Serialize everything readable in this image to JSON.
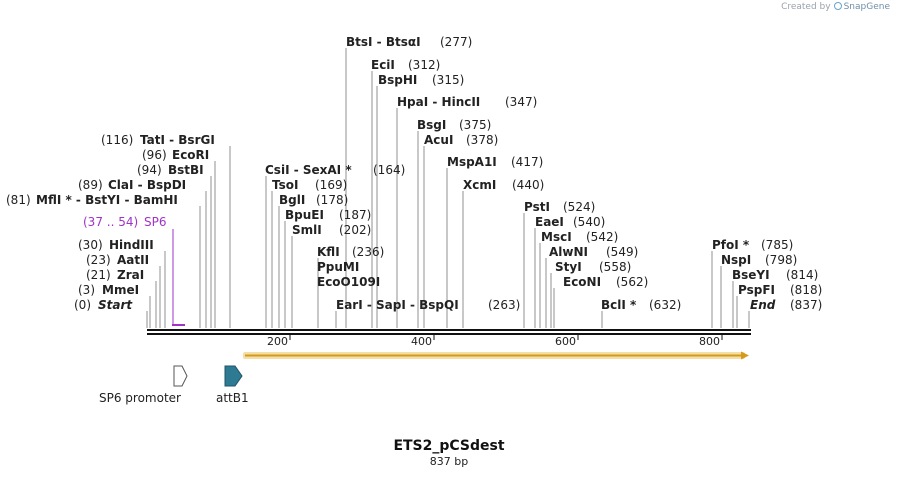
{
  "credit": {
    "prefix": "Created by",
    "brand": "SnapGene"
  },
  "title": "ETS2_pCSdest",
  "subtitle": "837 bp",
  "ticks": [
    "200",
    "400",
    "600",
    "800"
  ],
  "colors": {
    "sp6": "#a033c8",
    "attB1": "#2f7a93",
    "arrow": "#d49a1a",
    "arrowGlow": "#f5dfa8"
  },
  "sp6": {
    "range": "(37 .. 54)",
    "name": "SP6"
  },
  "features": {
    "sp6_promoter": "SP6 promoter",
    "attB1": "attB1"
  },
  "enzymes": {
    "btsi": {
      "name": "BtsI  -  BtsαI",
      "pos": "(277)"
    },
    "ecii": {
      "name": "EciI",
      "pos": "(312)"
    },
    "bsphi": {
      "name": "BspHI",
      "pos": "(315)"
    },
    "hpai": {
      "name": "HpaI  -  HincII",
      "pos": "(347)"
    },
    "bsgi": {
      "name": "BsgI",
      "pos": "(375)"
    },
    "acui": {
      "name": "AcuI",
      "pos": "(378)"
    },
    "mspa1i": {
      "name": "MspA1I",
      "pos": "(417)"
    },
    "xcmi": {
      "name": "XcmI",
      "pos": "(440)"
    },
    "tati": {
      "name": "TatI  -  BsrGI",
      "pos": "(116)"
    },
    "ecori": {
      "name": "EcoRI",
      "pos": "(96)"
    },
    "bstbi": {
      "name": "BstBI",
      "pos": "(94)"
    },
    "clai": {
      "name": "ClaI  -  BspDI",
      "pos": "(89)"
    },
    "mfli": {
      "name": "MflI *  -  BstYI  -  BamHI",
      "pos": "(81)"
    },
    "hindiii": {
      "name": "HindIII",
      "pos": "(30)"
    },
    "aatii": {
      "name": "AatII",
      "pos": "(23)"
    },
    "zrai": {
      "name": "ZraI",
      "pos": "(21)"
    },
    "mmei": {
      "name": "MmeI",
      "pos": "(3)"
    },
    "start": {
      "name": "Start",
      "pos": "(0)"
    },
    "csii": {
      "name": "CsiI  -  SexAI *",
      "pos": "(164)"
    },
    "tsoi": {
      "name": "TsoI",
      "pos": "(169)"
    },
    "bgli": {
      "name": "BglI",
      "pos": "(178)"
    },
    "bpuei": {
      "name": "BpuEI",
      "pos": "(187)"
    },
    "smli": {
      "name": "SmlI",
      "pos": "(202)"
    },
    "kfli": {
      "name": "KflI",
      "pos": "(236)"
    },
    "ppumi": {
      "name": "PpuMI",
      "pos": ""
    },
    "ecoo109i": {
      "name": "EcoO109I",
      "pos": ""
    },
    "eari": {
      "name": "EarI  -  SapI  -  BspQI",
      "pos": "(263)"
    },
    "psti": {
      "name": "PstI",
      "pos": "(524)"
    },
    "eaei": {
      "name": "EaeI",
      "pos": "(540)"
    },
    "msci": {
      "name": "MscI",
      "pos": "(542)"
    },
    "alwni": {
      "name": "AlwNI",
      "pos": "(549)"
    },
    "styi": {
      "name": "StyI",
      "pos": "(558)"
    },
    "econi": {
      "name": "EcoNI",
      "pos": "(562)"
    },
    "bcli": {
      "name": "BclI *",
      "pos": "(632)"
    },
    "pfoi": {
      "name": "PfoI *",
      "pos": "(785)"
    },
    "nspi": {
      "name": "NspI",
      "pos": "(798)"
    },
    "bseyi": {
      "name": "BseYI",
      "pos": "(814)"
    },
    "pspfi": {
      "name": "PspFI",
      "pos": "(818)"
    },
    "end": {
      "name": "End",
      "pos": "(837)"
    }
  }
}
